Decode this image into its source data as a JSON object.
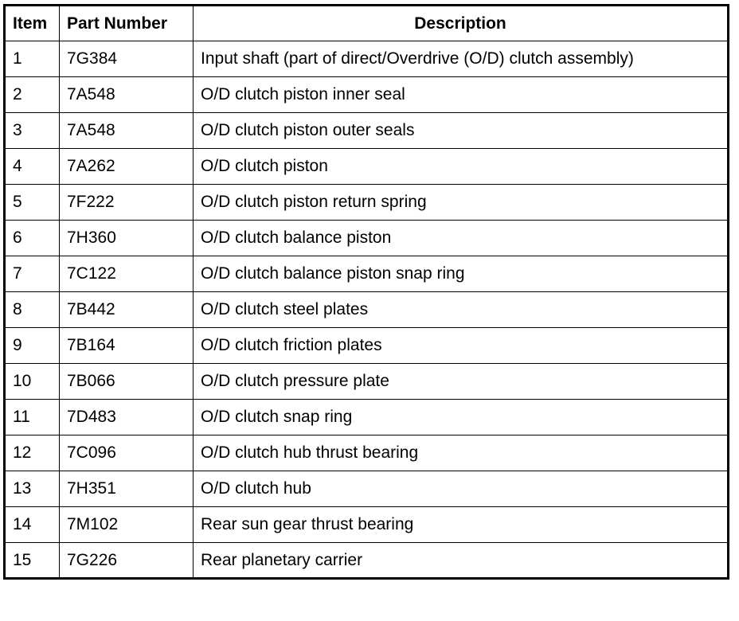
{
  "table": {
    "headers": {
      "item": "Item",
      "part_number": "Part Number",
      "description": "Description"
    },
    "rows": [
      {
        "item": "1",
        "part_number": "7G384",
        "description": "Input shaft (part of direct/Overdrive (O/D) clutch assembly)"
      },
      {
        "item": "2",
        "part_number": "7A548",
        "description": "O/D clutch piston inner seal"
      },
      {
        "item": "3",
        "part_number": "7A548",
        "description": "O/D clutch piston outer seals"
      },
      {
        "item": "4",
        "part_number": "7A262",
        "description": "O/D clutch piston"
      },
      {
        "item": "5",
        "part_number": "7F222",
        "description": "O/D clutch piston return spring"
      },
      {
        "item": "6",
        "part_number": "7H360",
        "description": "O/D clutch balance piston"
      },
      {
        "item": "7",
        "part_number": "7C122",
        "description": "O/D clutch balance piston snap ring"
      },
      {
        "item": "8",
        "part_number": "7B442",
        "description": "O/D clutch steel plates"
      },
      {
        "item": "9",
        "part_number": "7B164",
        "description": "O/D clutch friction plates"
      },
      {
        "item": "10",
        "part_number": "7B066",
        "description": "O/D clutch pressure plate"
      },
      {
        "item": "11",
        "part_number": "7D483",
        "description": "O/D clutch snap ring"
      },
      {
        "item": "12",
        "part_number": "7C096",
        "description": "O/D clutch hub thrust bearing"
      },
      {
        "item": "13",
        "part_number": "7H351",
        "description": "O/D clutch hub"
      },
      {
        "item": "14",
        "part_number": "7M102",
        "description": "Rear sun gear thrust bearing"
      },
      {
        "item": "15",
        "part_number": "7G226",
        "description": "Rear planetary carrier"
      }
    ]
  }
}
